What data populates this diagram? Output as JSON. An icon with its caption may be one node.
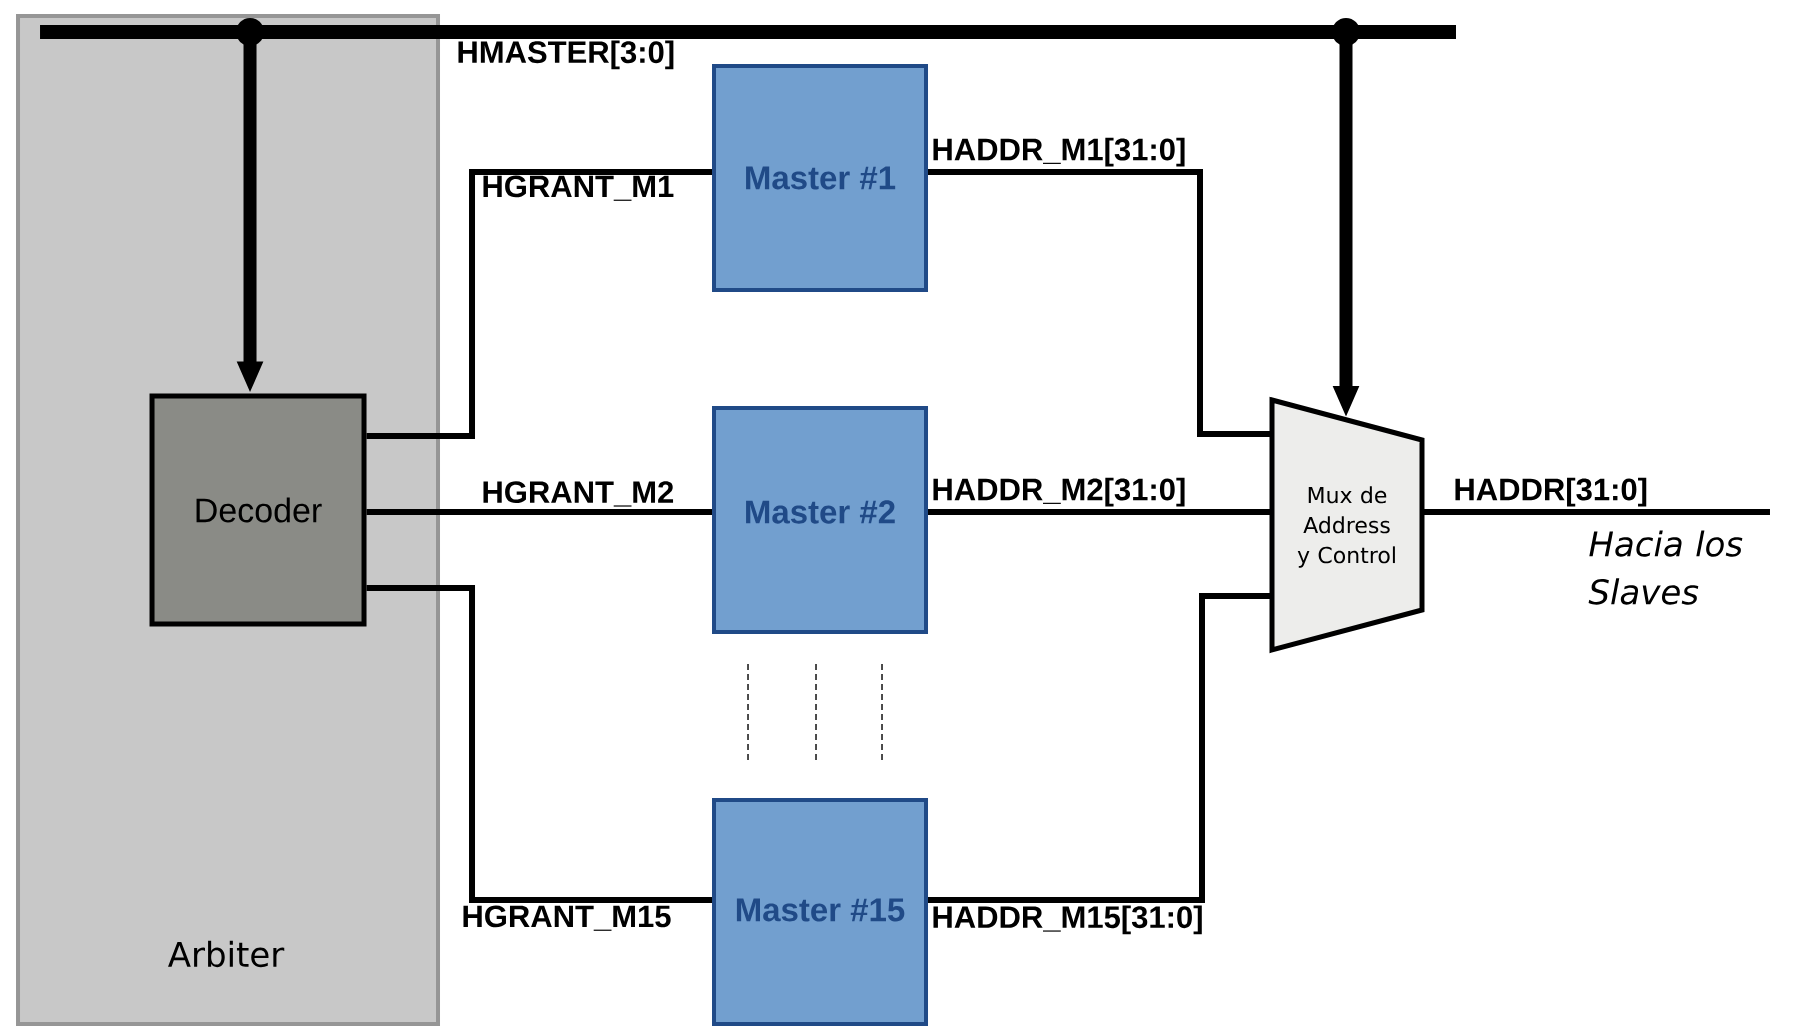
{
  "diagram": {
    "nodes": [
      {
        "text": [
          "Arbiter"
        ]
      },
      {
        "text": [
          "Decoder"
        ],
        "in": 0
      },
      {
        "text": [
          "Master #1"
        ]
      },
      {
        "text": [
          "Master #2"
        ]
      },
      {
        "text": [
          "Master #15"
        ]
      },
      {
        "text": [
          "Mux de Address y Control"
        ]
      },
      {
        "text": [],
        "shape": "bar",
        "beside": [
          "HMASTER[3:0]"
        ]
      }
    ],
    "edges": [
      {
        "from": 6,
        "to": 1,
        "arrow": "to",
        "style": "thick"
      },
      {
        "from": 6,
        "to": 5,
        "arrow": "to",
        "style": "thick"
      },
      {
        "from": 1,
        "to": 2,
        "arrow": "none",
        "label": "HGRANT_M1"
      },
      {
        "from": 1,
        "to": 3,
        "arrow": "none",
        "label": "HGRANT_M2"
      },
      {
        "from": 1,
        "to": 4,
        "arrow": "none",
        "label": "HGRANT_M15"
      },
      {
        "from": 2,
        "to": 5,
        "arrow": "none",
        "label": "HADDR_M1[31:0]"
      },
      {
        "from": 3,
        "to": 5,
        "arrow": "none",
        "label": "HADDR_M2[31:0]"
      },
      {
        "from": 4,
        "to": 5,
        "arrow": "none",
        "label": "HADDR_M15[31:0]"
      },
      {
        "from": 5,
        "to": null,
        "arrow": "none",
        "label": "HADDR[31:0]"
      }
    ],
    "labels": [
      "Hacia los Slaves"
    ]
  }
}
